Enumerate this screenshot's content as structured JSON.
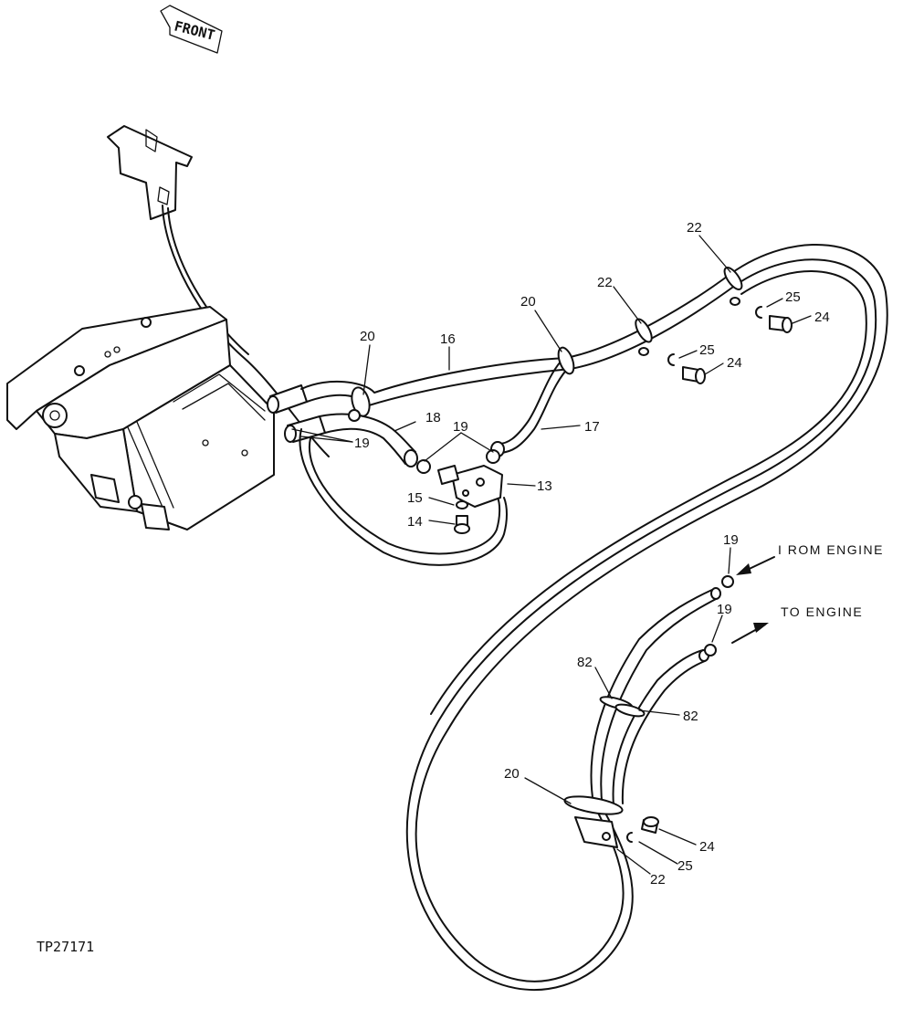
{
  "front_tag": "FRONT",
  "figure_id": "TP27171",
  "flow": {
    "from_engine": "I ROM  ENGINE",
    "to_engine": "TO  ENGINE"
  },
  "callouts": {
    "c13": "13",
    "c14": "14",
    "c15": "15",
    "c16": "16",
    "c17": "17",
    "c18": "18",
    "c19_left": "19",
    "c19_mid": "19",
    "c19_from": "19",
    "c19_to": "19",
    "c20_left": "20",
    "c20_mid": "20",
    "c20_lower": "20",
    "c22_top": "22",
    "c22_mid": "22",
    "c22_lower": "22",
    "c24_top": "24",
    "c24_mid": "24",
    "c24_lower": "24",
    "c25_top": "25",
    "c25_mid": "25",
    "c25_lower": "25",
    "c82_left": "82",
    "c82_right": "82"
  }
}
